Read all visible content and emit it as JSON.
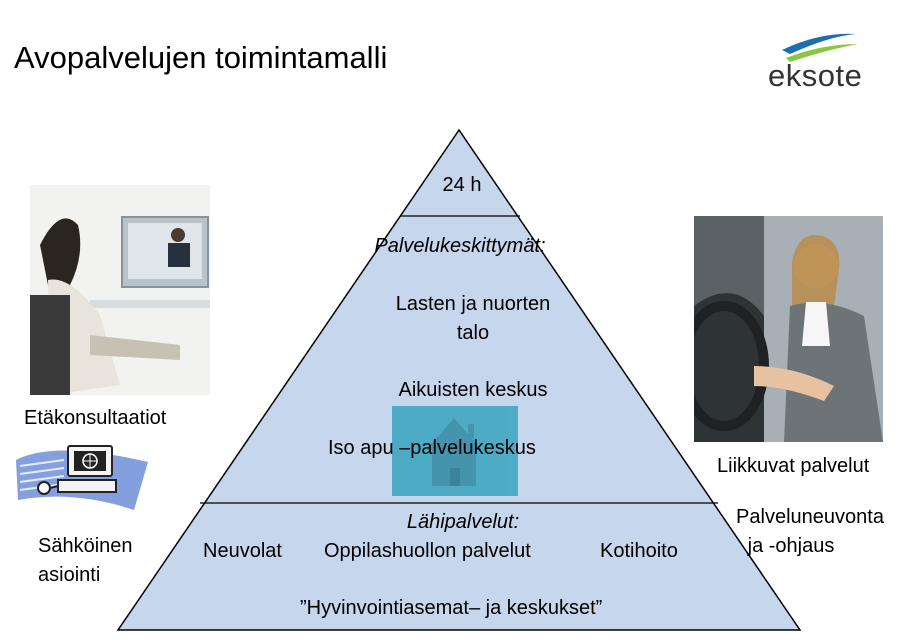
{
  "title": "Avopalvelujen toimintamalli",
  "logo": {
    "text": "eksote"
  },
  "pyramid": {
    "top": "24 h",
    "middle_heading": "Palvelukeskittymät:",
    "middle_item_1_line1": "Lasten ja nuorten",
    "middle_item_1_line2": "talo",
    "middle_item_2": "Aikuisten keskus",
    "middle_item_3": "Iso apu –palvelukeskus",
    "bottom_heading": "Lähipalvelut:",
    "bottom_items": [
      "Neuvolat",
      "Oppilashuollon palvelut",
      "Kotihoito"
    ],
    "bottom_footer": "”Hyvinvointiasemat– ja keskukset”"
  },
  "left": {
    "photo_label": "Etäkonsultaatiot",
    "eservice_line1": "Sähköinen",
    "eservice_line2": "asiointi"
  },
  "right": {
    "photo_label": "Liikkuvat palvelut",
    "advice_line1": "Palveluneuvonta",
    "advice_line2": "ja -ohjaus"
  },
  "colors": {
    "pyramid_fill": "#c6d6ec",
    "pyramid_stroke": "#000000",
    "house_box": "#44a8c2",
    "logo_blue": "#1b6fb0",
    "logo_green": "#8cc63f"
  }
}
